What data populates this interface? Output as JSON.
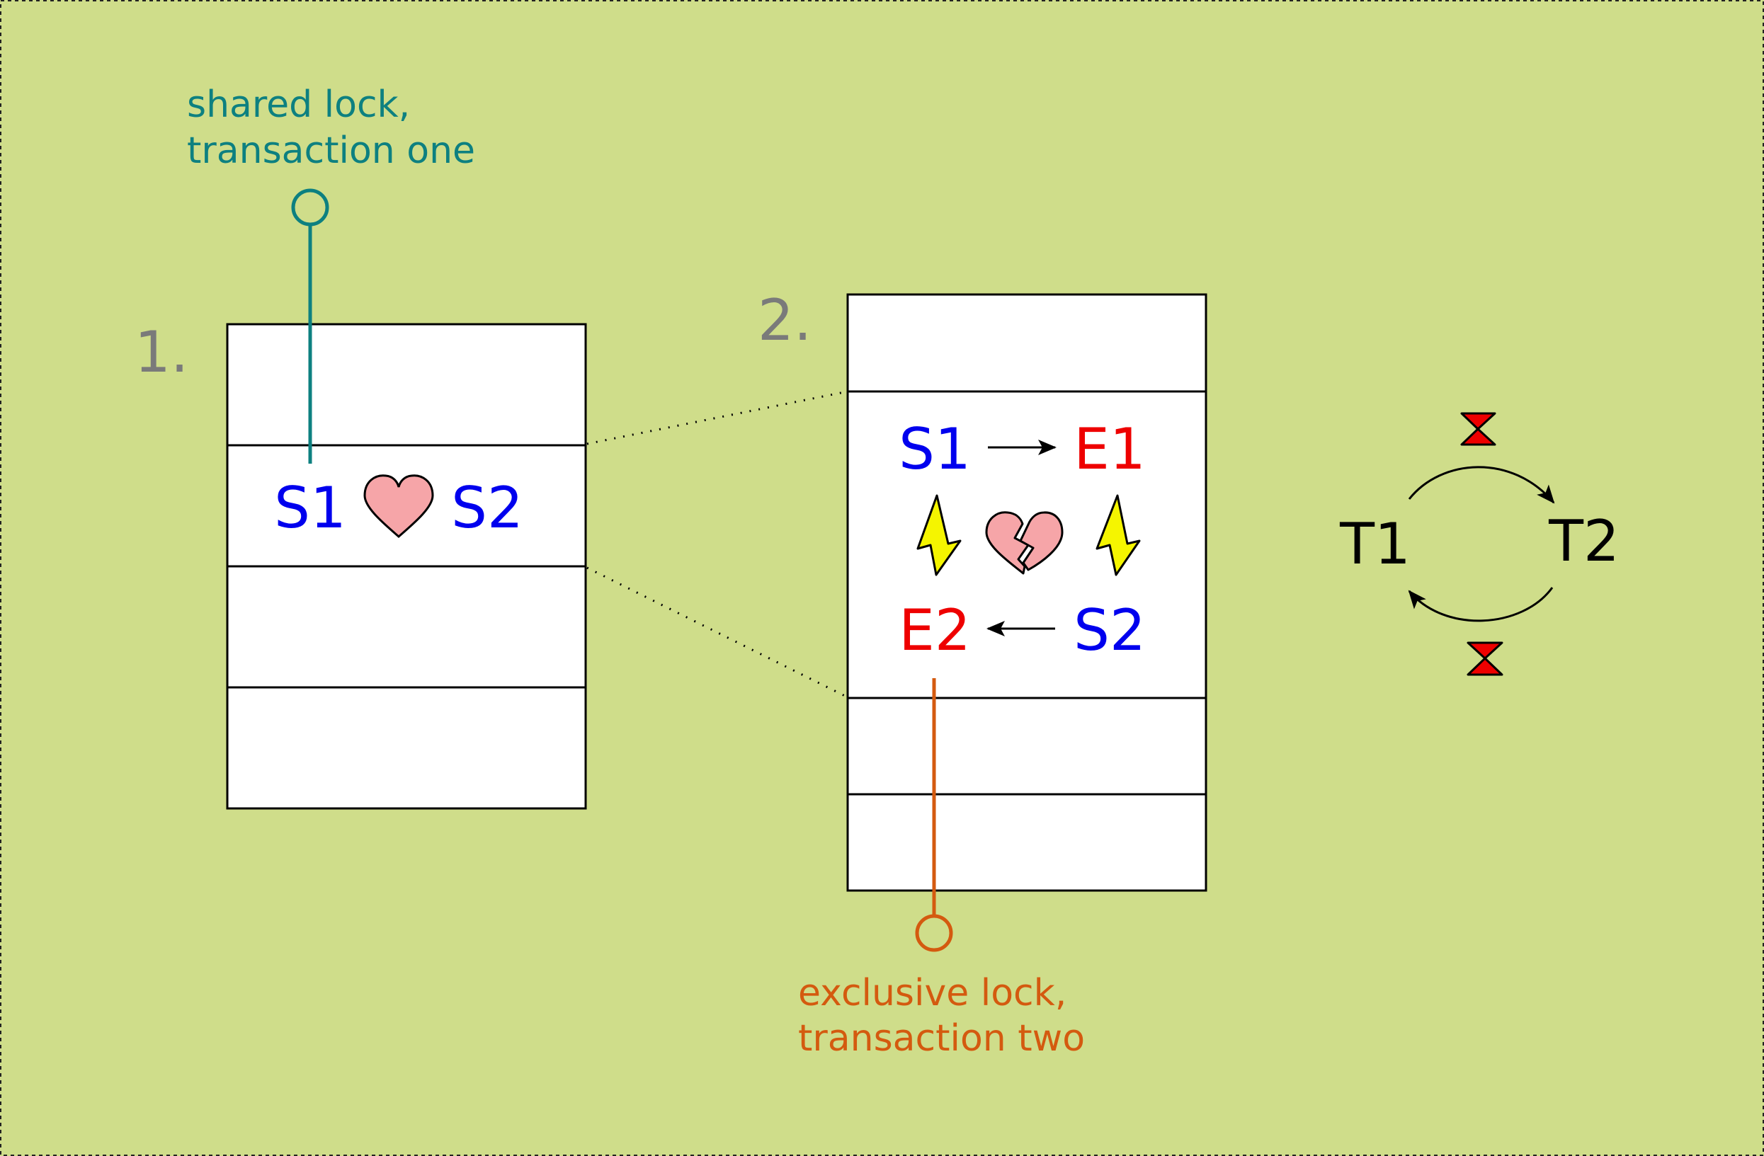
{
  "colors": {
    "background": "#cfdd8a",
    "shared": "#0000ee",
    "exclusive": "#ee0000",
    "teal": "#0d8080",
    "orange": "#d45a0f",
    "step_number": "#7a7a7a",
    "heart": "#f6a5a8",
    "lightning": "#f5f500",
    "hourglass": "#ee0000"
  },
  "callouts": {
    "shared": {
      "line1": "shared lock,",
      "line2": "transaction one"
    },
    "exclusive": {
      "line1": "exclusive lock,",
      "line2": "transaction two"
    }
  },
  "steps": {
    "one": "1.",
    "two": "2."
  },
  "table1": {
    "left": "S1",
    "right": "S2",
    "icon": "heart-icon"
  },
  "table2": {
    "row1": {
      "left": "S1",
      "right": "E1",
      "arrow": "arrow-right-icon"
    },
    "row2": {
      "left_icon": "lightning-icon",
      "center_icon": "broken-heart-icon",
      "right_icon": "lightning-icon"
    },
    "row3": {
      "left": "E2",
      "right": "S2",
      "arrow": "arrow-left-icon"
    }
  },
  "deadlock": {
    "t1": "T1",
    "t2": "T2",
    "icons": [
      "hourglass-icon",
      "curved-arrow-icon",
      "curved-arrow-icon",
      "hourglass-icon"
    ]
  }
}
